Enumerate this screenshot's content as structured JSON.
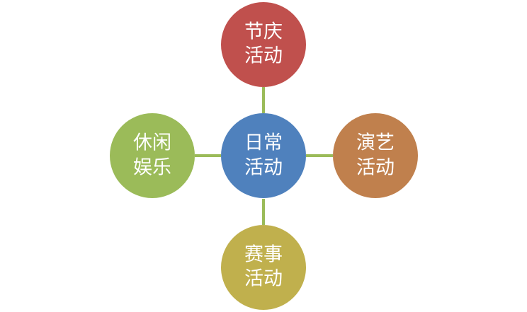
{
  "diagram": {
    "center": {
      "line1": "日常",
      "line2": "活动",
      "color": "#4f81bd"
    },
    "top": {
      "line1": "节庆",
      "line2": "活动",
      "color": "#c0504d"
    },
    "right": {
      "line1": "演艺",
      "line2": "活动",
      "color": "#c0804d"
    },
    "bottom": {
      "line1": "赛事",
      "line2": "活动",
      "color": "#c0b04d"
    },
    "left": {
      "line1": "休闲",
      "line2": "娱乐",
      "color": "#9bbb59"
    },
    "connector_color": "#9bbb59"
  }
}
